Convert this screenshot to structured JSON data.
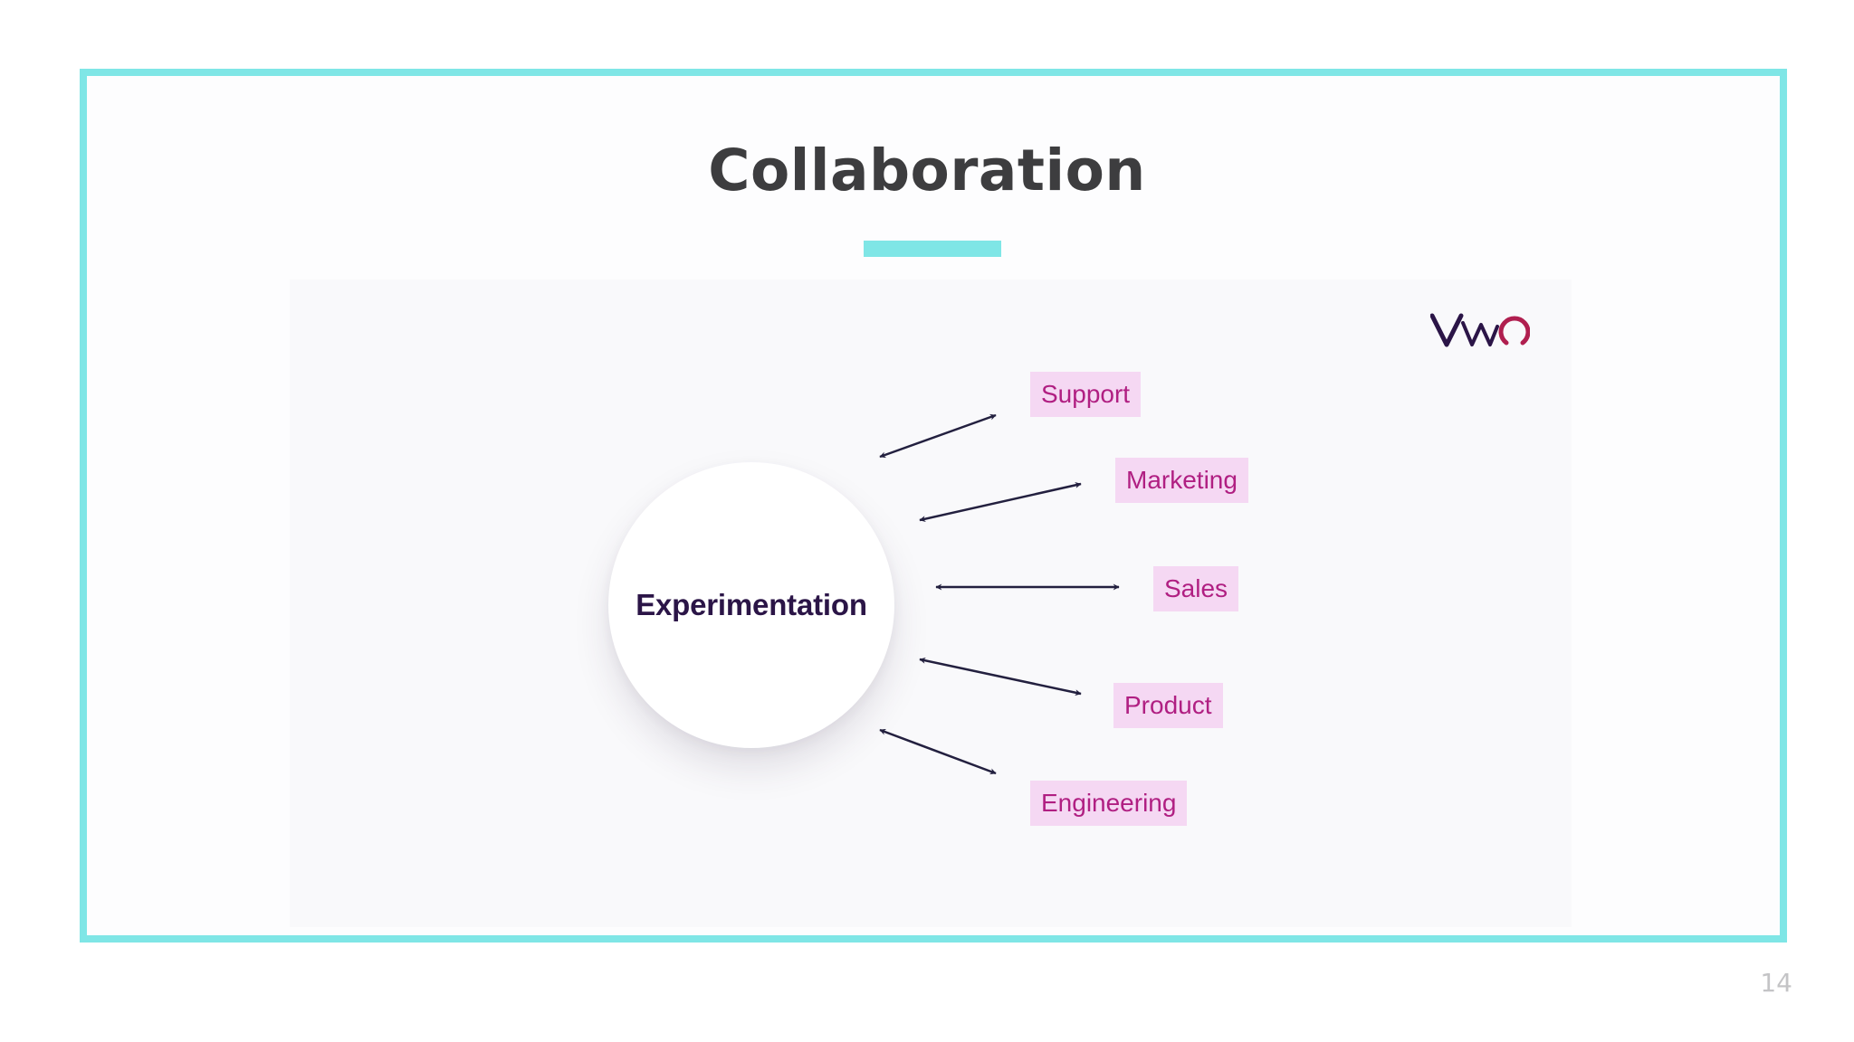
{
  "slide": {
    "title": "Collaboration",
    "page_number": "14",
    "accent_color": "#7fe6e6"
  },
  "diagram": {
    "center": "Experimentation",
    "connections": [
      "Support",
      "Marketing",
      "Sales",
      "Product",
      "Engineering"
    ],
    "arrow_type": "bidirectional",
    "logo_text": "VWO",
    "logo_colors": [
      "#2b1547",
      "#b01f4f"
    ],
    "tag_background": "#f5d8f3",
    "tag_text_color": "#b01f82"
  }
}
